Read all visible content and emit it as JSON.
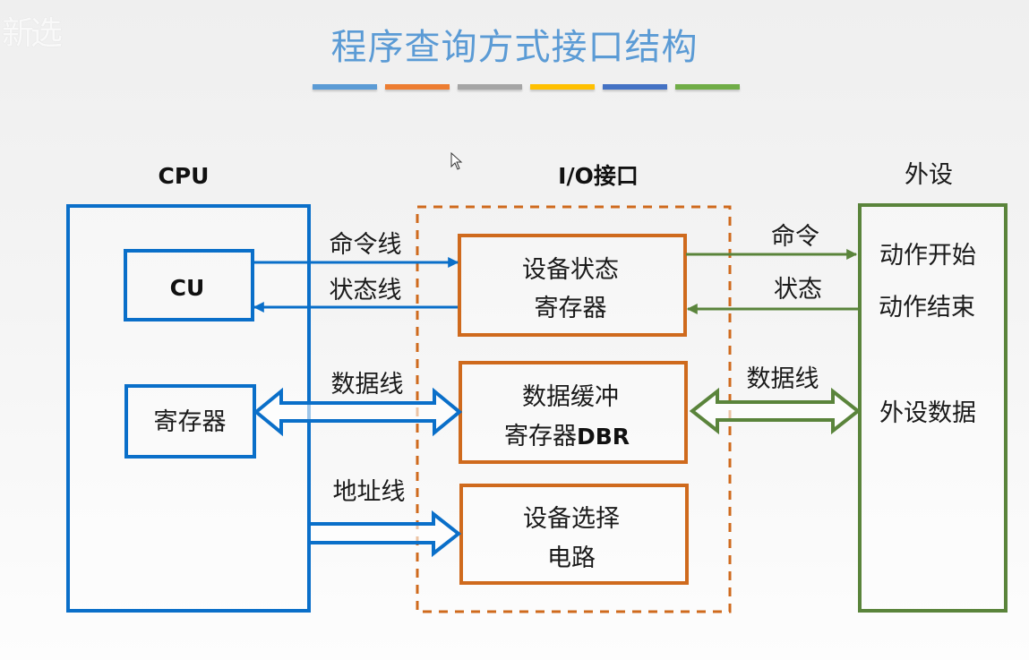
{
  "watermark": "新选",
  "title": "程序查询方式接口结构",
  "title_bar_colors": [
    "#5b9bd5",
    "#ed7d31",
    "#a5a5a5",
    "#ffc000",
    "#4472c4",
    "#70ad47"
  ],
  "colors": {
    "cpu": "#0a6fc9",
    "io": "#cf6a1d",
    "peripheral": "#5a843b",
    "text": "#1a1a1a"
  },
  "cpu": {
    "heading": "CPU",
    "cu_label": "CU",
    "register_label": "寄存器"
  },
  "io_interface": {
    "heading": "I/O接口",
    "status_register": [
      "设备状态",
      "寄存器"
    ],
    "data_buffer": [
      "数据缓冲",
      "寄存器DBR"
    ],
    "device_select": [
      "设备选择",
      "电路"
    ]
  },
  "peripheral": {
    "heading": "外设",
    "action_start": "动作开始",
    "action_end": "动作结束",
    "device_data": "外设数据"
  },
  "connections": {
    "command_line": "命令线",
    "status_line": "状态线",
    "data_line_cpu": "数据线",
    "address_line": "地址线",
    "command": "命令",
    "status": "状态",
    "data_line_peripheral": "数据线"
  }
}
